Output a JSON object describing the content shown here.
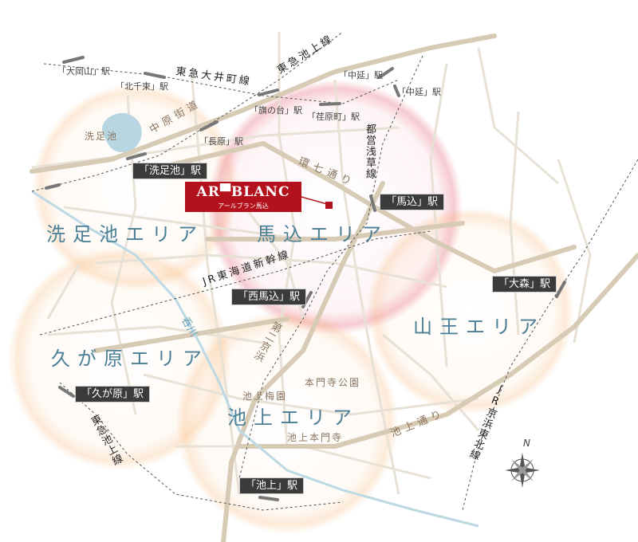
{
  "logo": {
    "brand": "AR▀BLANC",
    "sub": "アールブラン馬込"
  },
  "areas": {
    "senzokuike": "洗足池エリア",
    "magome": "馬込エリア",
    "sanno": "山王エリア",
    "kugahara": "久が原エリア",
    "ikegami": "池上エリア"
  },
  "stations": {
    "senzokuike": "「洗足池」駅",
    "magome": "「馬込」駅",
    "nishimagome": "「西馬込」駅",
    "omori": "「大森」駅",
    "kugahara": "「久が原」駅",
    "ikegami": "「池上」駅"
  },
  "small_stations": {
    "ookayama": "「大岡山」駅",
    "kitasenzoku": "「北千束」駅",
    "hatanodai": "「旗の台」駅",
    "ebaramachi": "「荏原町」駅",
    "nagahara": "「長原」駅",
    "nakanobu1": "「中延」駅",
    "nakanobu2": "「中延」駅"
  },
  "lines": {
    "oimachi": "東急大井町線",
    "ikegami_top": "東急池上線",
    "toei_asakusa": "都営浅草線",
    "jr_tokaido": "JR東海道新幹線",
    "jr_keihin": "JR京浜東北線",
    "ikegami_bottom": "東急池上線"
  },
  "roads": {
    "nakahara": "中原街道",
    "kan7": "環七通り",
    "dai2keihin": "第二京浜",
    "ikegami_dori": "池上通り",
    "nomi": "呑川"
  },
  "places": {
    "senzokuike_pond": "洗足池",
    "honmonji_park": "本門寺公園",
    "ikegami_baien": "池上梅園",
    "ikegami_honmonji": "池上本門寺"
  },
  "compass": {
    "north": "N"
  },
  "colors": {
    "area_text": "#4a7f95",
    "brand_red": "#b3121d",
    "station_bg": "#3b3b3b"
  }
}
